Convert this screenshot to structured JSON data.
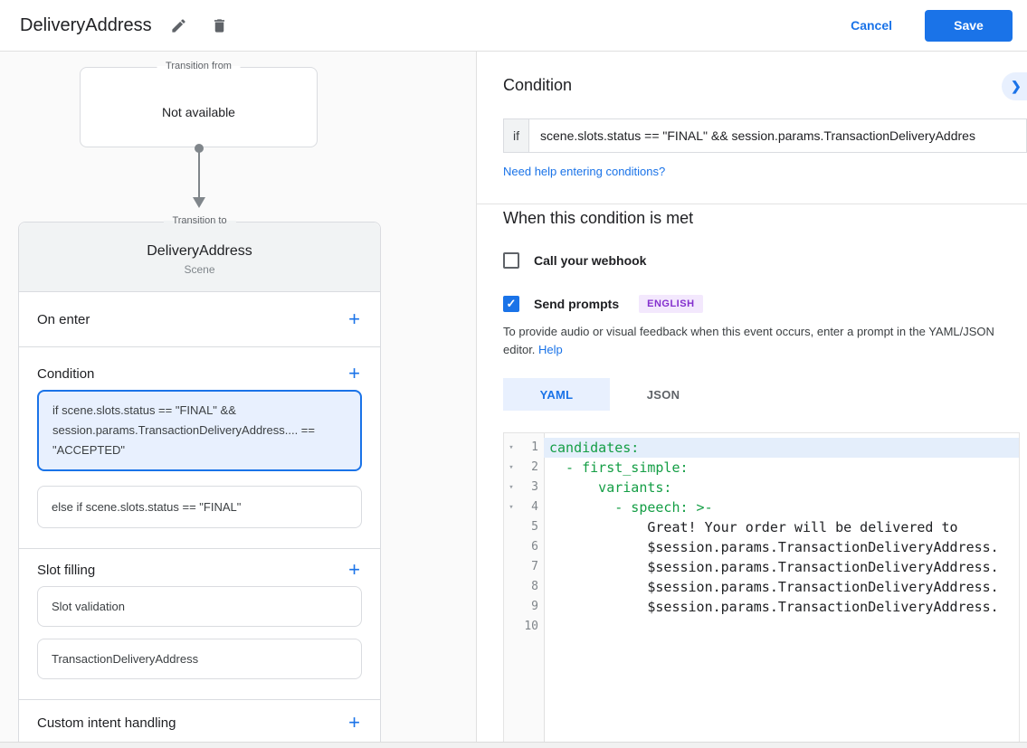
{
  "accent_color": "#1a73e8",
  "icons": {
    "plus": "+",
    "chevron_right": "❯",
    "check": "✓",
    "fold": "▾"
  },
  "header": {
    "title": "DeliveryAddress",
    "cancel_label": "Cancel",
    "save_label": "Save"
  },
  "flow": {
    "transition_from": {
      "legend": "Transition from",
      "value": "Not available"
    },
    "transition_to": {
      "legend": "Transition to",
      "title": "DeliveryAddress",
      "subtitle": "Scene"
    },
    "on_enter": {
      "label": "On enter"
    },
    "condition": {
      "label": "Condition",
      "selected_card": "if scene.slots.status == \"FINAL\" && session.params.TransactionDeliveryAddress.... == \"ACCEPTED\"",
      "card2": "else if scene.slots.status == \"FINAL\""
    },
    "slot_filling": {
      "label": "Slot filling",
      "cards": [
        "Slot validation",
        "TransactionDeliveryAddress"
      ]
    },
    "custom_intent": {
      "label": "Custom intent handling"
    }
  },
  "panel": {
    "title": "Condition",
    "if_label": "if",
    "if_value": "scene.slots.status == \"FINAL\" && session.params.TransactionDeliveryAddres",
    "help_link": "Need help entering conditions?",
    "when_met": {
      "title": "When this condition is met",
      "webhook": {
        "label": "Call your webhook",
        "checked": false
      },
      "prompts": {
        "label": "Send prompts",
        "checked": true,
        "badge": "ENGLISH"
      },
      "description": "To provide audio or visual feedback when this event occurs, enter a prompt in the YAML/JSON editor.",
      "help_label": "Help"
    },
    "tabs": [
      {
        "label": "YAML",
        "active": true
      },
      {
        "label": "JSON",
        "active": false
      }
    ]
  },
  "editor": {
    "lines": [
      {
        "num": "1",
        "text": "candidates:"
      },
      {
        "num": "2",
        "text": "  - first_simple:"
      },
      {
        "num": "3",
        "text": "      variants:"
      },
      {
        "num": "4",
        "text": "        - speech: >-"
      },
      {
        "num": "5",
        "text": "            Great! Your order will be delivered to"
      },
      {
        "num": "6",
        "text": "            $session.params.TransactionDeliveryAddress."
      },
      {
        "num": "7",
        "text": "            $session.params.TransactionDeliveryAddress."
      },
      {
        "num": "8",
        "text": "            $session.params.TransactionDeliveryAddress."
      },
      {
        "num": "9",
        "text": "            $session.params.TransactionDeliveryAddress."
      },
      {
        "num": "10",
        "text": ""
      }
    ]
  }
}
